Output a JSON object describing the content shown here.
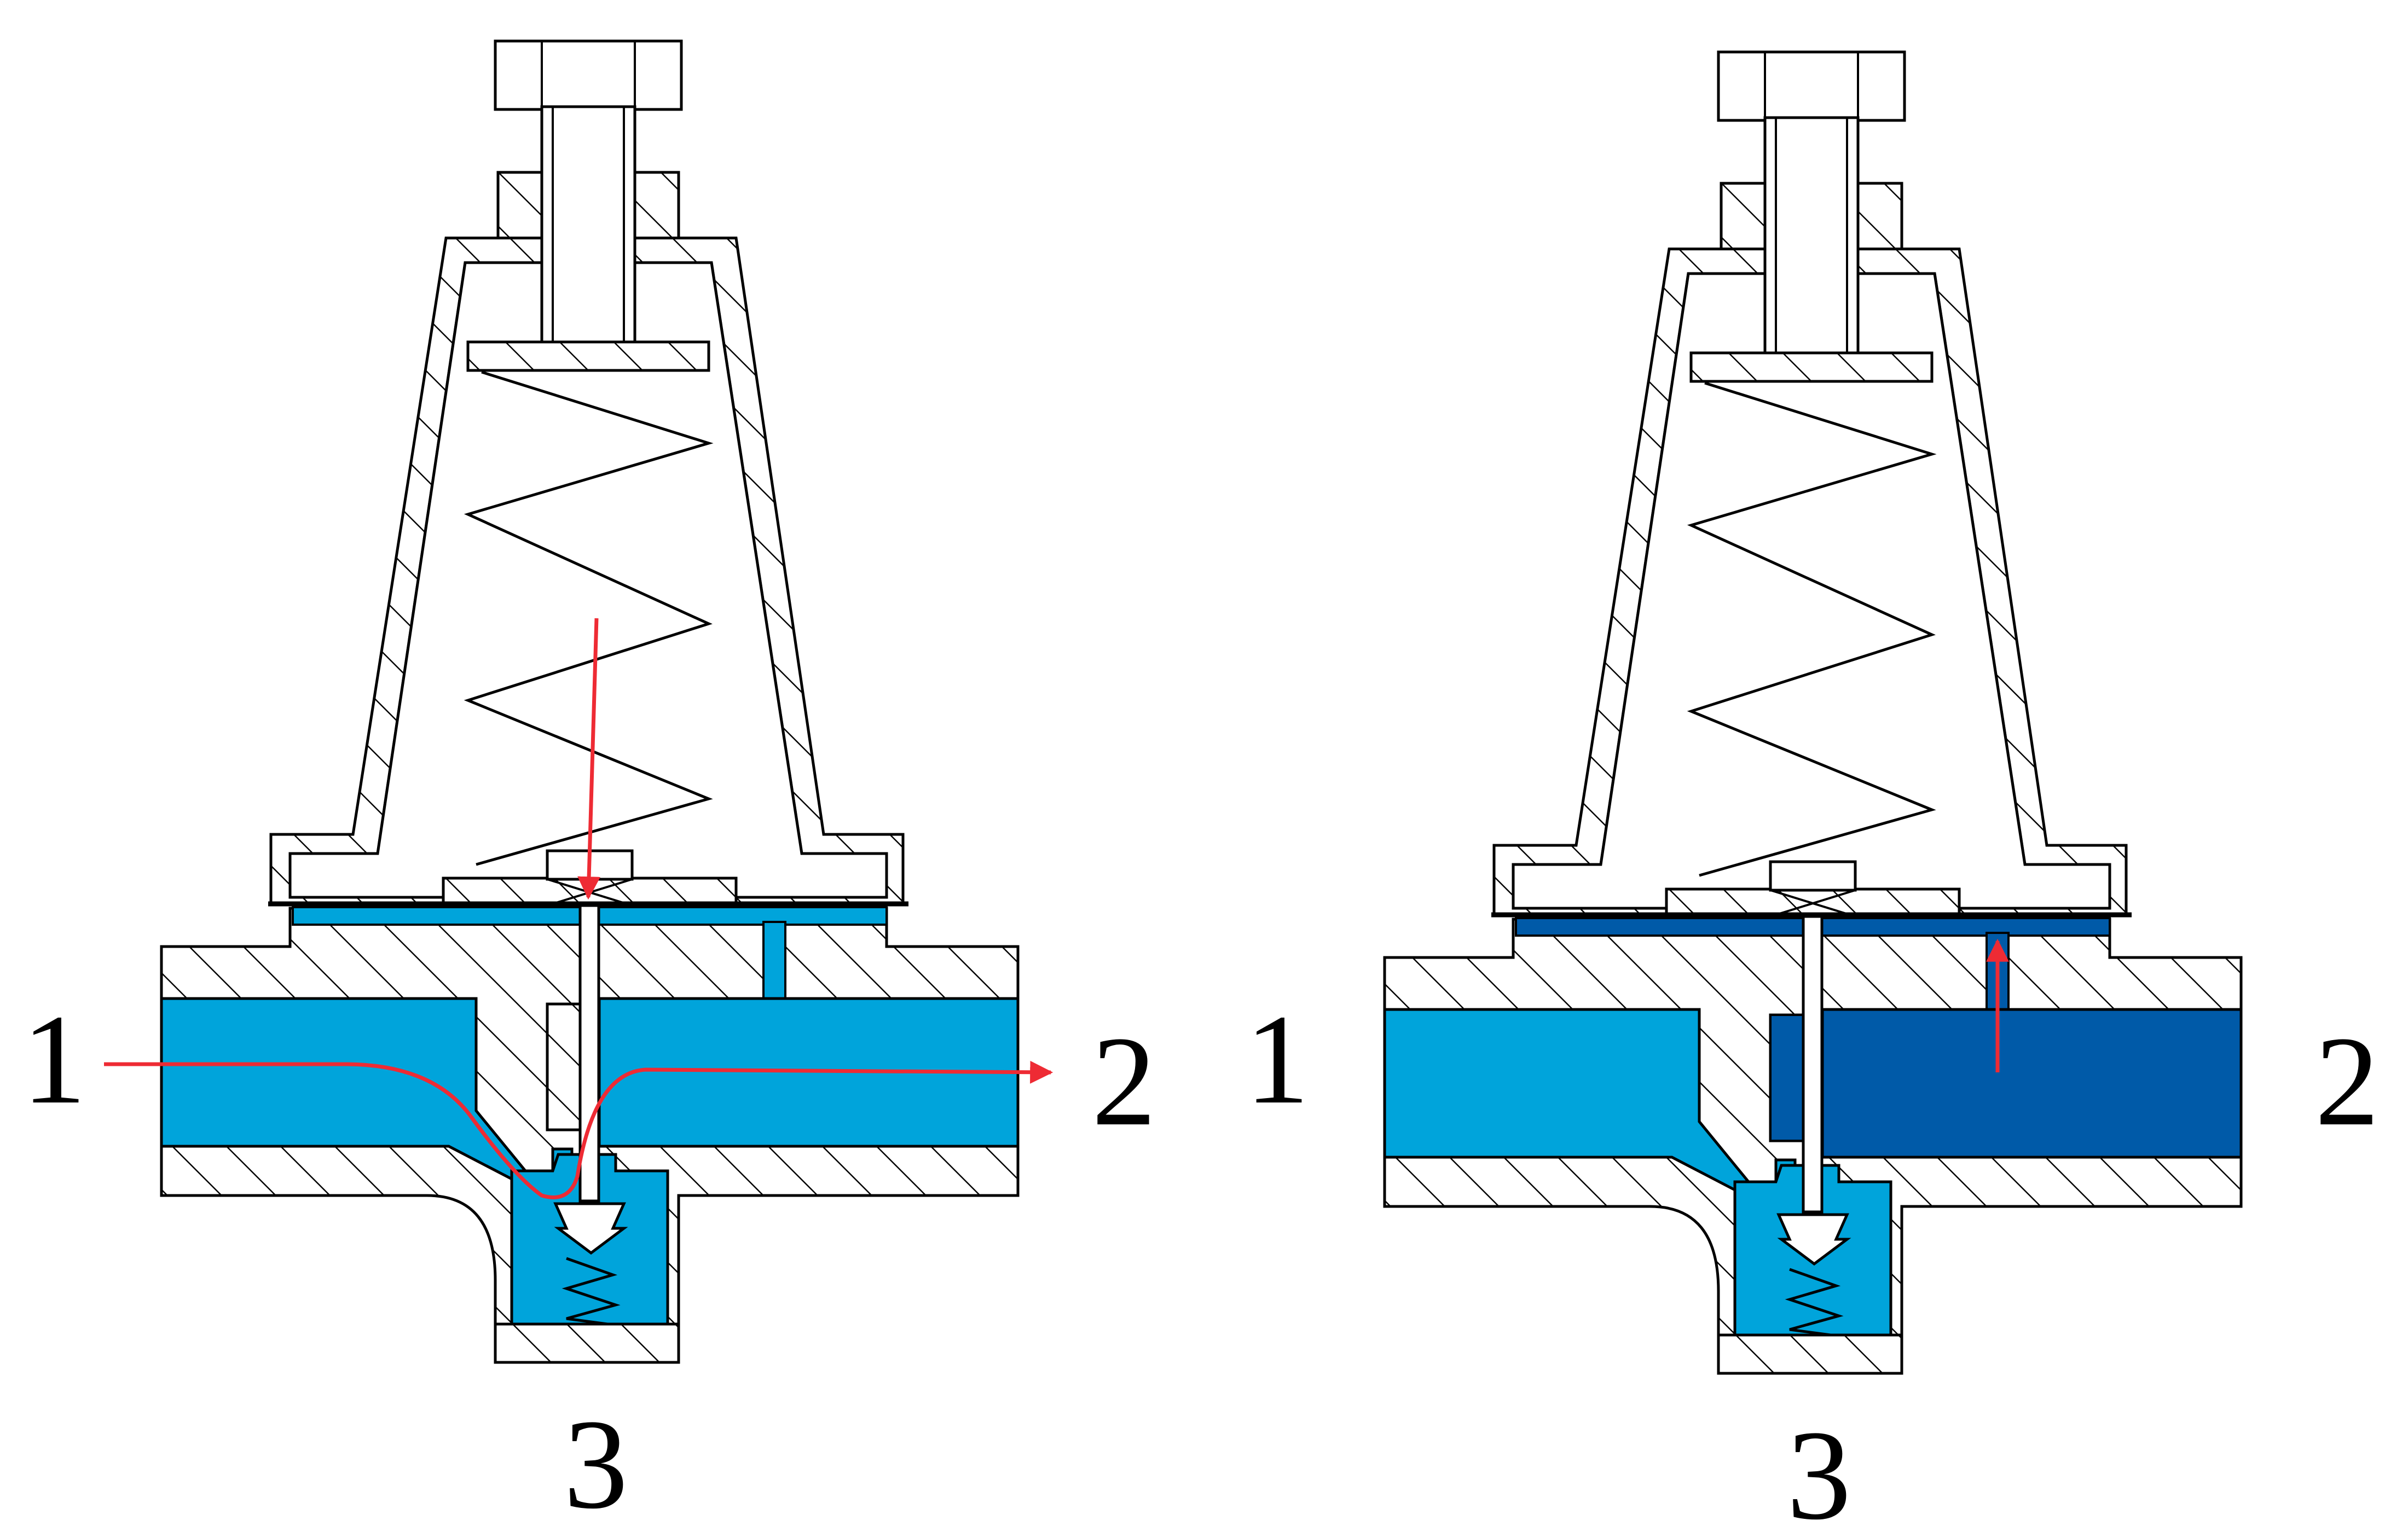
{
  "colors": {
    "fluid_inlet": "#00a4db",
    "fluid_outlet_regulated": "#005aa8",
    "flow_arrow": "#ee2b34",
    "line": "#000000",
    "background": "#ffffff"
  },
  "panels": [
    {
      "state": "open",
      "labels": {
        "inlet": "1",
        "outlet": "2",
        "bottom": "3"
      }
    },
    {
      "state": "closed",
      "labels": {
        "inlet": "1",
        "outlet": "2",
        "bottom": "3"
      }
    }
  ]
}
